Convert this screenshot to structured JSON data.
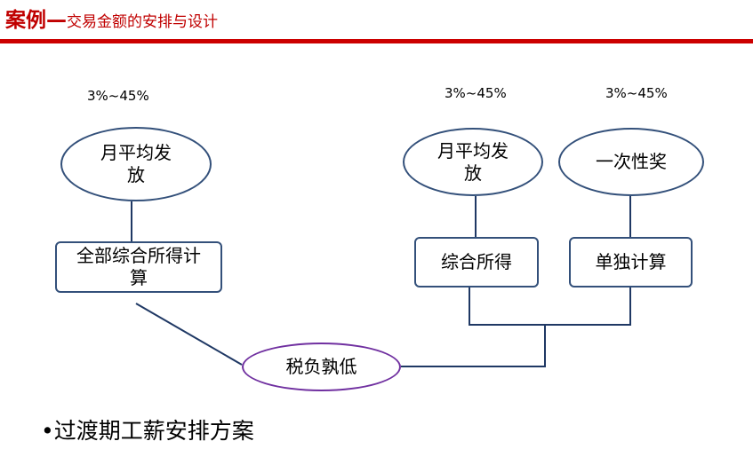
{
  "header": {
    "title_main": "案例—",
    "title_sub": "交易金额的安排与设计"
  },
  "diagram": {
    "left_branch": {
      "rate": "3%~45%",
      "top_node_line1": "月平均发",
      "top_node_line2": "放",
      "calc_node_line1": "全部综合所得计",
      "calc_node_line2": "算"
    },
    "middle_branch": {
      "rate": "3%~45%",
      "top_node_line1": "月平均发",
      "top_node_line2": "放",
      "calc_node": "综合所得"
    },
    "right_branch": {
      "rate": "3%~45%",
      "top_node": "一次性奖",
      "calc_node": "单独计算"
    },
    "compare_node": "税负孰低"
  },
  "footer": {
    "bullet": "•过渡期工薪安排方案"
  },
  "colors": {
    "title_red": "#c00000",
    "rule_red": "#cc0000",
    "node_border": "#33507a",
    "compare_border": "#7030a0",
    "connector": "#1f3864"
  }
}
